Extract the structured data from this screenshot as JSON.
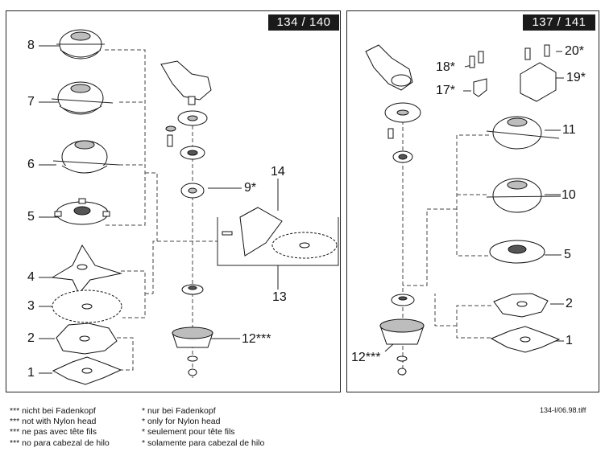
{
  "figure": {
    "left_panel": {
      "model_badge": "134 / 140"
    },
    "right_panel": {
      "model_badge": "137 / 141"
    },
    "left_labels": {
      "l8": "8",
      "l7": "7",
      "l6": "6",
      "l5": "5",
      "l4": "4",
      "l3": "3",
      "l2": "2",
      "l1": "1",
      "l9": "9*",
      "l14": "14",
      "l13": "13",
      "l12": "12***"
    },
    "right_labels": {
      "r20": "20*",
      "r18": "18*",
      "r17": "17*",
      "r19": "19*",
      "r11": "11",
      "r10": "10",
      "r5": "5",
      "r2": "2",
      "r1": "1",
      "r12": "12***"
    },
    "footnotes_triple": [
      "*** nicht bei Fadenkopf",
      "*** not with Nylon head",
      "*** ne pas avec tête fils",
      "*** no para cabezal de hilo"
    ],
    "footnotes_single": [
      "* nur bei Fadenkopf",
      "* only for Nylon head",
      "* seulement pour tête fils",
      "* solamente para cabezal de hilo"
    ],
    "file_name": "134-I/06.98.tiff"
  }
}
